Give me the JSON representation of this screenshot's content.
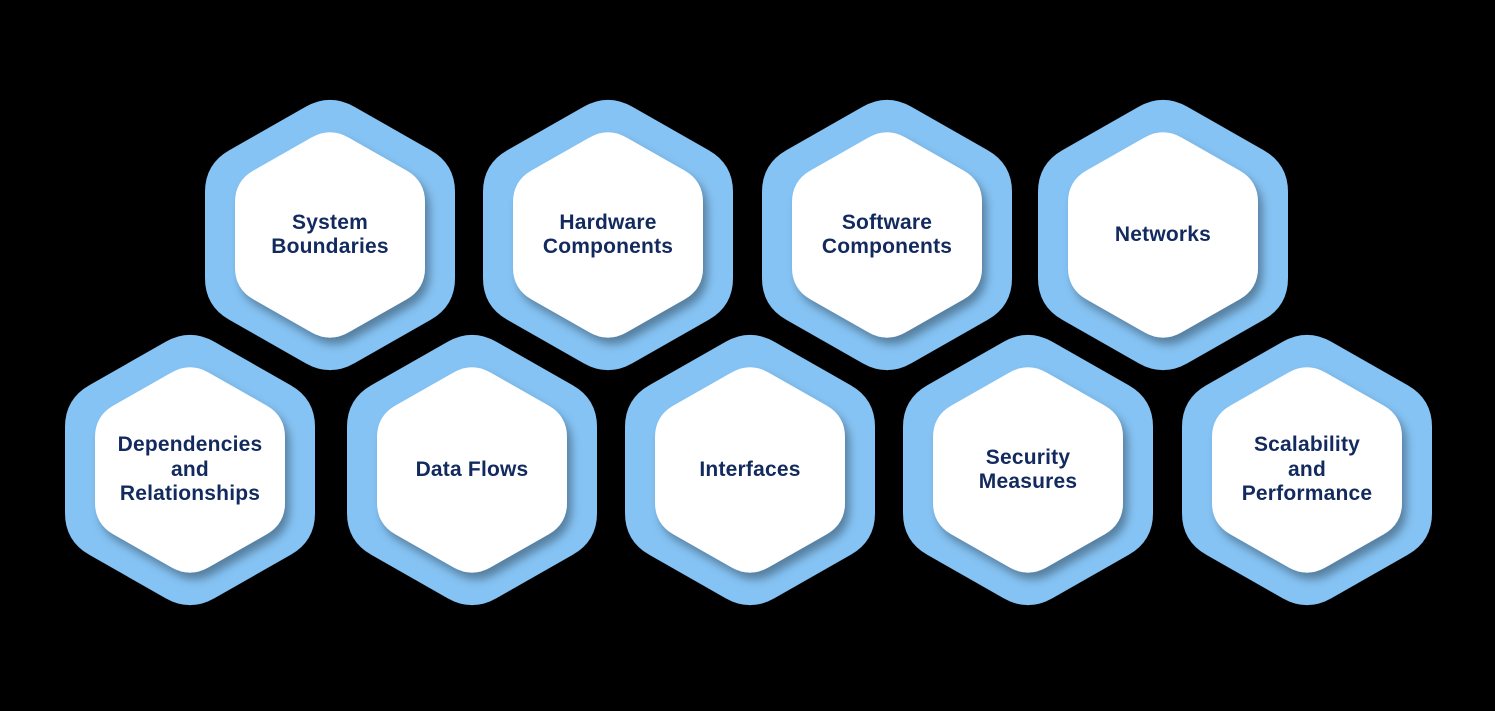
{
  "page": {
    "background_color": "#000000"
  },
  "diagram": {
    "colors": {
      "hex_border": "#85C3F4",
      "hex_fill": "#FFFFFF",
      "label_text": "#132A5E"
    },
    "hexagons": [
      {
        "id": "system-boundaries",
        "label": [
          "System",
          "Boundaries"
        ]
      },
      {
        "id": "hardware-components",
        "label": [
          "Hardware",
          "Components"
        ]
      },
      {
        "id": "software-components",
        "label": [
          "Software",
          "Components"
        ]
      },
      {
        "id": "networks",
        "label": [
          "Networks"
        ]
      },
      {
        "id": "dependencies-and-relationships",
        "label": [
          "Dependencies",
          "and",
          "Relationships"
        ]
      },
      {
        "id": "data-flows",
        "label": [
          "Data Flows"
        ]
      },
      {
        "id": "interfaces",
        "label": [
          "Interfaces"
        ]
      },
      {
        "id": "security-measures",
        "label": [
          "Security",
          "Measures"
        ]
      },
      {
        "id": "scalability-and-performance",
        "label": [
          "Scalability",
          "and",
          "Performance"
        ]
      }
    ]
  }
}
